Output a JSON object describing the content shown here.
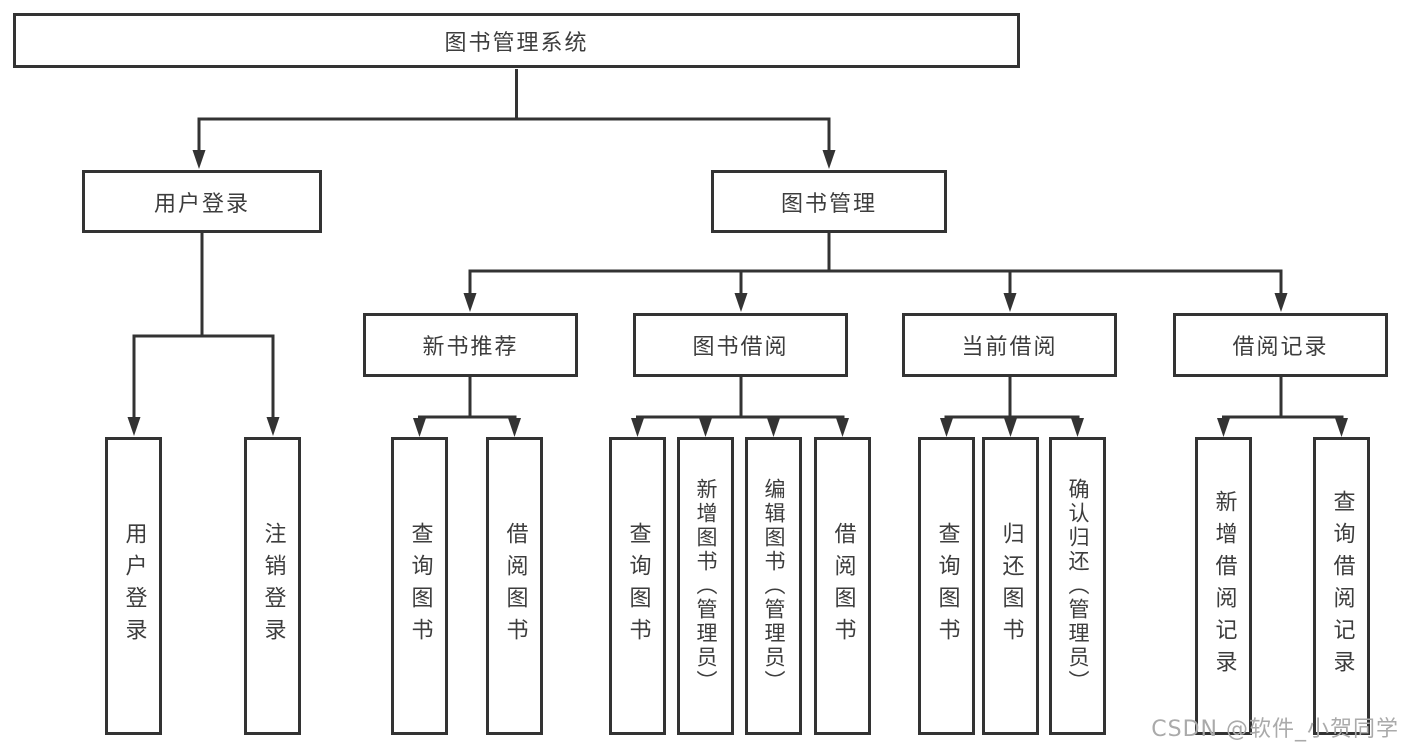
{
  "diagram_title": "图书管理系统",
  "nodes": {
    "root": {
      "label": "图书管理系统"
    },
    "user_login": {
      "label": "用户登录"
    },
    "book_mgmt": {
      "label": "图书管理"
    },
    "new_book_rec": {
      "label": "新书推荐"
    },
    "book_borrow": {
      "label": "图书借阅"
    },
    "current_borrow": {
      "label": "当前借阅"
    },
    "borrow_record": {
      "label": "借阅记录"
    },
    "leaf_user_login": {
      "label": "用户登录"
    },
    "leaf_logout": {
      "label": "注销登录"
    },
    "leaf_query_book_rec": {
      "label": "查询图书"
    },
    "leaf_borrow_book_rec": {
      "label": "借阅图书"
    },
    "leaf_query_book_borrow": {
      "label": "查询图书"
    },
    "leaf_add_book_admin": {
      "label": "新增图书（管理员）"
    },
    "leaf_edit_book_admin": {
      "label": "编辑图书（管理员）"
    },
    "leaf_borrow_book_borrow": {
      "label": "借阅图书"
    },
    "leaf_query_book_current": {
      "label": "查询图书"
    },
    "leaf_return_book": {
      "label": "归还图书"
    },
    "leaf_confirm_return_admin": {
      "label": "确认归还（管理员）"
    },
    "leaf_add_borrow_record": {
      "label": "新增借阅记录"
    },
    "leaf_query_borrow_record": {
      "label": "查询借阅记录"
    }
  },
  "hierarchy": {
    "图书管理系统": {
      "用户登录": [
        "用户登录",
        "注销登录"
      ],
      "图书管理": {
        "新书推荐": [
          "查询图书",
          "借阅图书"
        ],
        "图书借阅": [
          "查询图书",
          "新增图书（管理员）",
          "编辑图书（管理员）",
          "借阅图书"
        ],
        "当前借阅": [
          "查询图书",
          "归还图书",
          "确认归还（管理员）"
        ],
        "借阅记录": [
          "新增借阅记录",
          "查询借阅记录"
        ]
      }
    }
  },
  "watermark": {
    "text": "CSDN @软件_小贺同学"
  },
  "colors": {
    "line": "#333333",
    "box_border": "#333333",
    "text": "#3d3d3d",
    "watermark": "#aaaaaa",
    "background": "#ffffff"
  }
}
